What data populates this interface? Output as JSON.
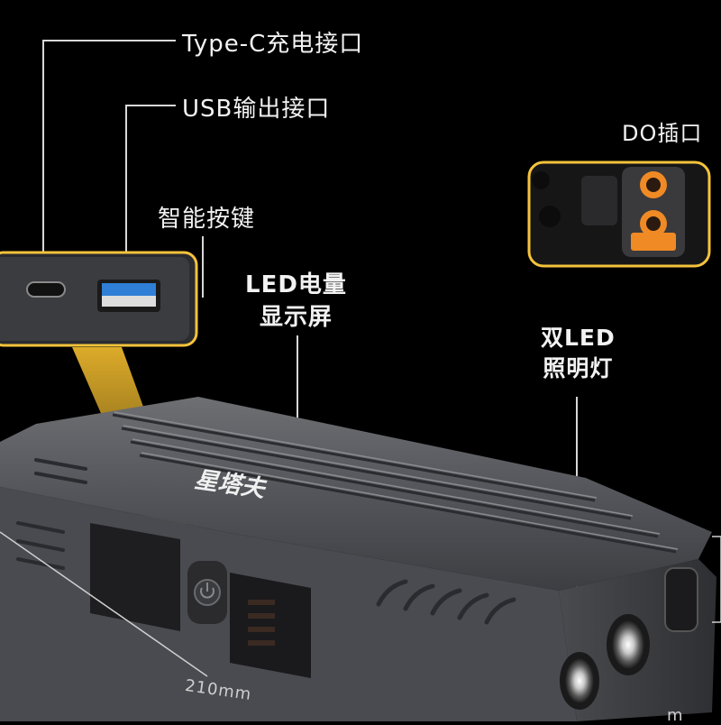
{
  "labels": {
    "type_c": "Type-C充电接口",
    "usb": "USB输出接口",
    "smart_button": "智能按键",
    "led_display_line1": "LED电量",
    "led_display_line2": "显示屏",
    "do_port": "DO插口",
    "dual_led_line1": "双LED",
    "dual_led_line2": "照明灯",
    "dimension_length": "210mm",
    "dimension_partial": "m"
  },
  "product": {
    "brand_text": "星塔夫"
  },
  "colors": {
    "accent": "#f5c33b",
    "background": "#000000",
    "body": "#56575b",
    "usb_blue": "#2f7fd6",
    "do_orange": "#f08a24"
  }
}
